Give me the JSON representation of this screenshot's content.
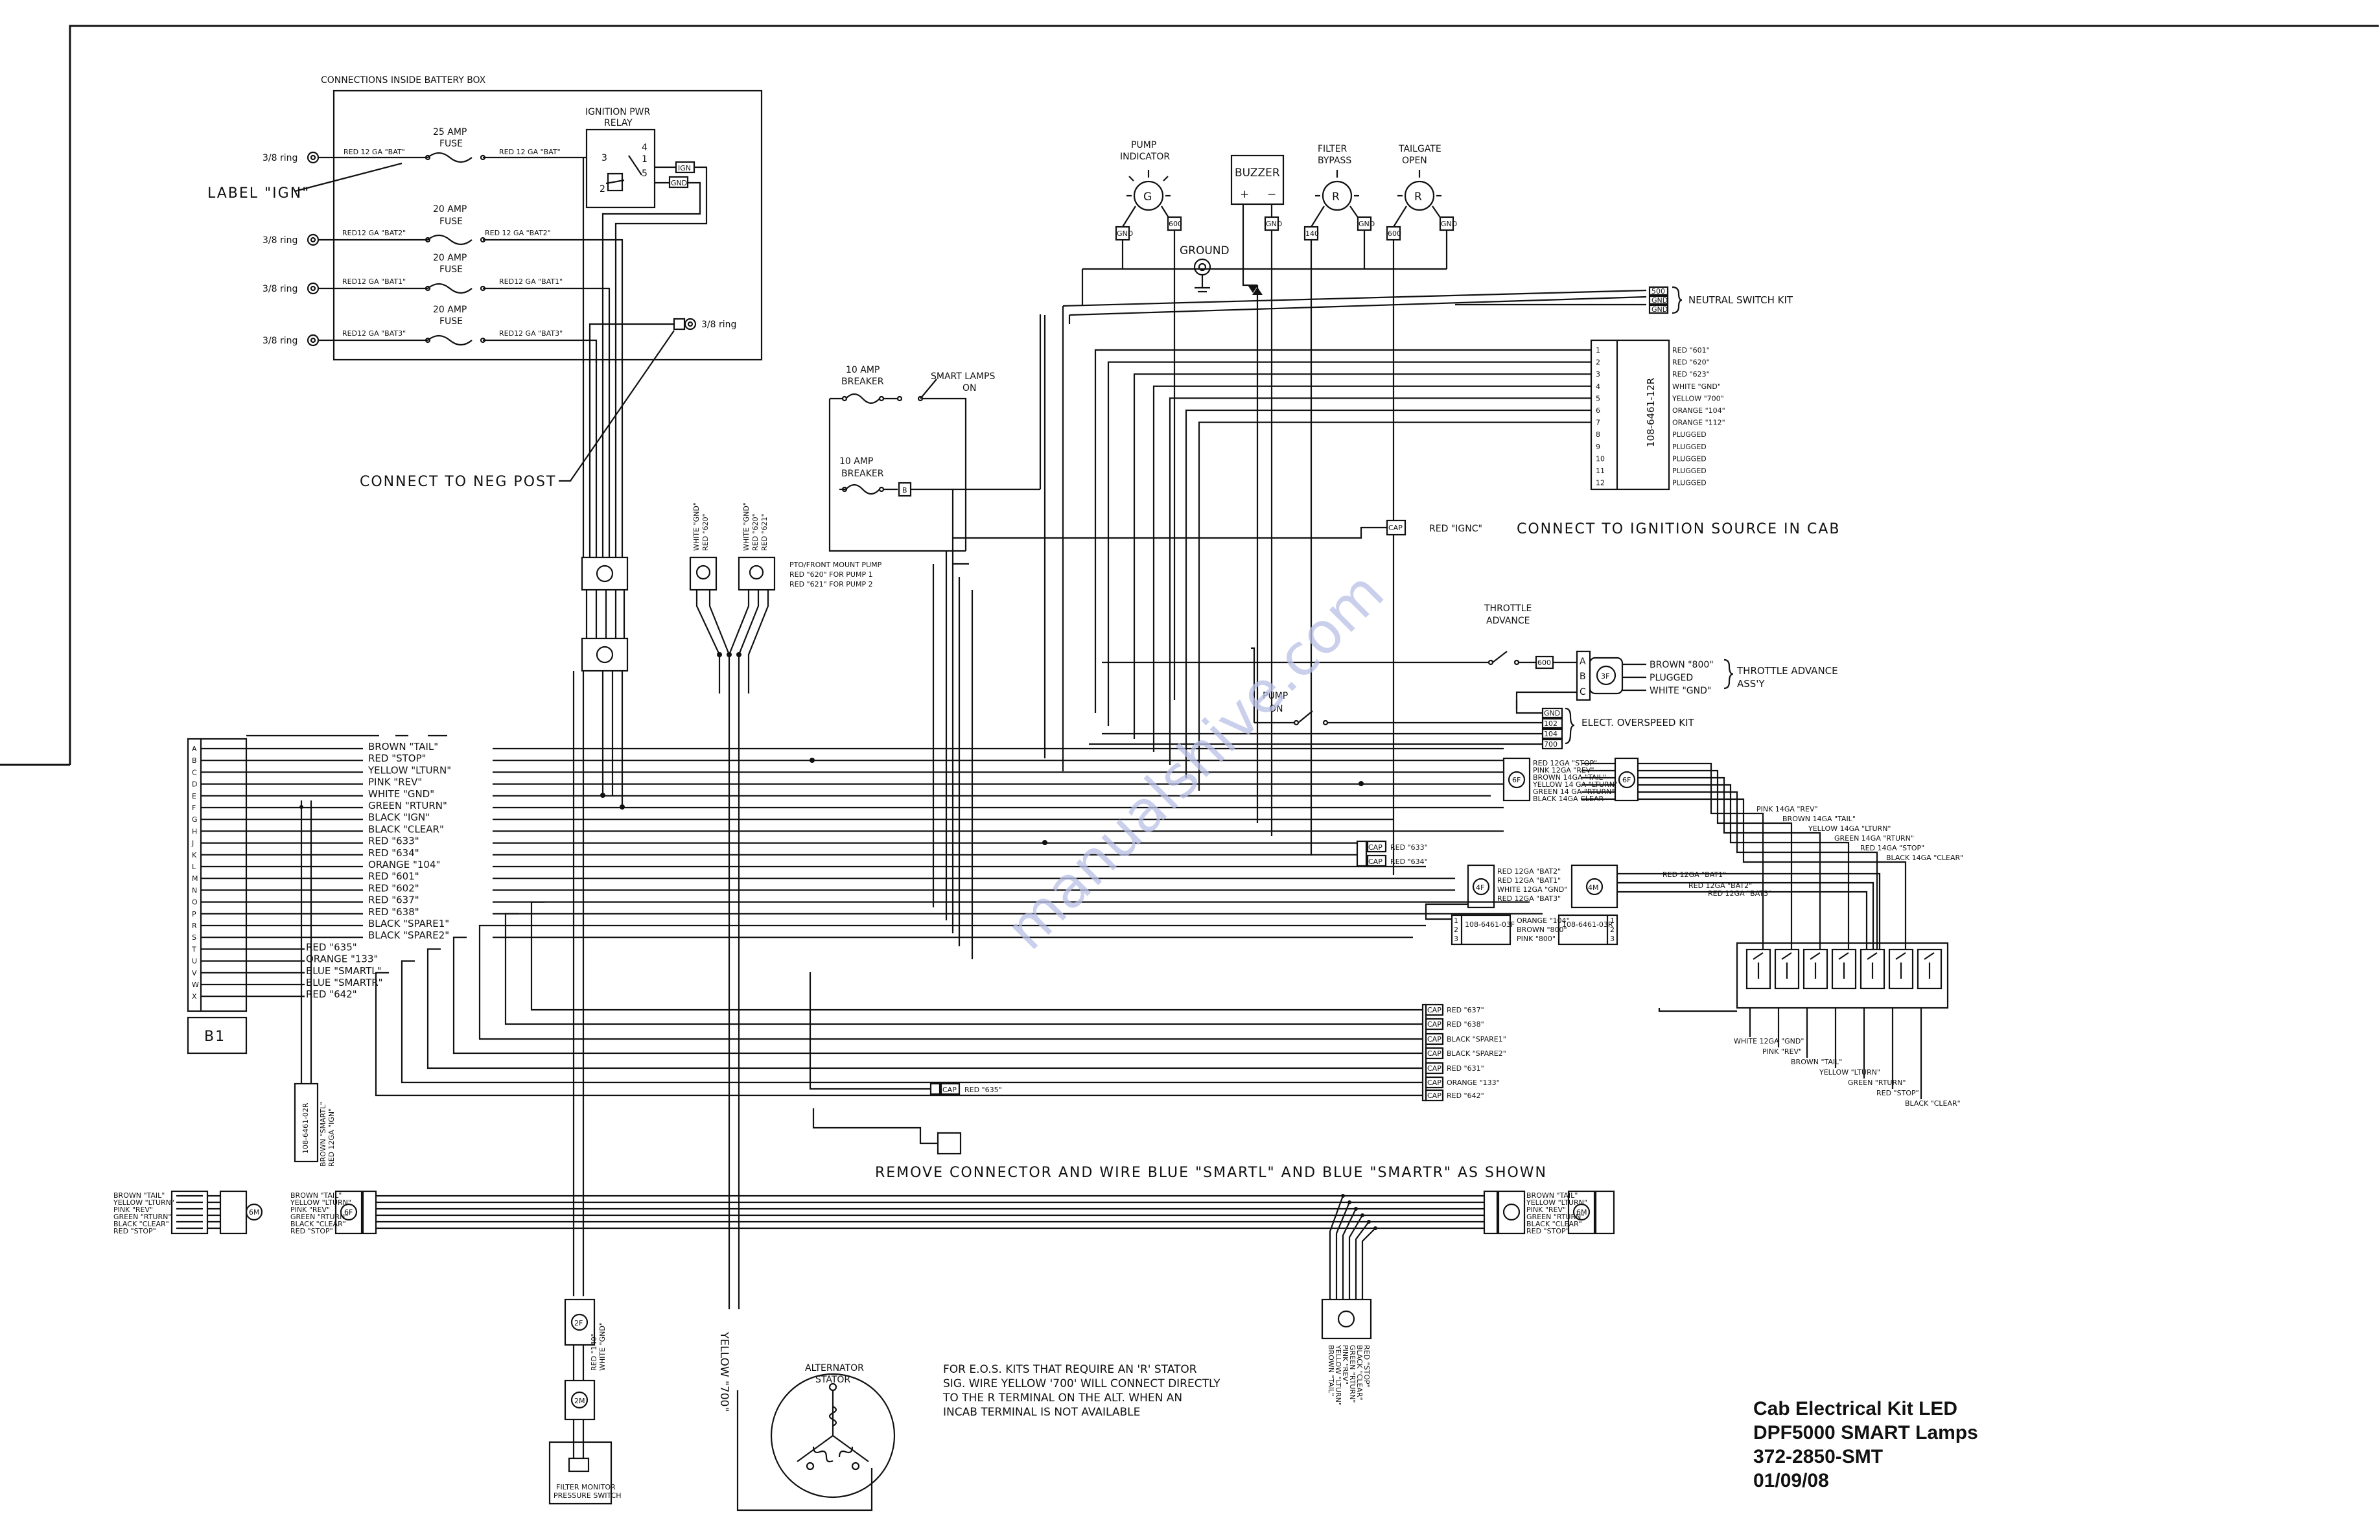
{
  "battery_box": {
    "title": "CONNECTIONS INSIDE BATTERY BOX",
    "relay_label": [
      "IGNITION PWR",
      "RELAY"
    ],
    "relay_pins": [
      "3",
      "4",
      "1",
      "2",
      "5"
    ],
    "fuses": [
      {
        "rating": [
          "25 AMP",
          "FUSE"
        ],
        "ring": "3/8 ring",
        "in_wire": "RED 12 GA \"BAT\"",
        "out_wire": "RED 12 GA \"BAT\""
      },
      {
        "rating": [
          "20 AMP",
          "FUSE"
        ],
        "ring": "3/8 ring",
        "in_wire": "RED12 GA \"BAT2\"",
        "out_wire": "RED 12 GA \"BAT2\""
      },
      {
        "rating": [
          "20 AMP",
          "FUSE"
        ],
        "ring": "3/8 ring",
        "in_wire": "RED12 GA \"BAT1\"",
        "out_wire": "RED12 GA \"BAT1\""
      },
      {
        "rating": [
          "20 AMP",
          "FUSE"
        ],
        "ring": "3/8 ring",
        "in_wire": "RED12 GA \"BAT3\"",
        "out_wire": "RED12 GA \"BAT3\""
      }
    ],
    "relay_tags": [
      "IGN",
      "GND"
    ],
    "neg_ring": "3/8 ring",
    "label_ign": "LABEL \"IGN\"",
    "connect_neg": "CONNECT TO NEG POST"
  },
  "indicators": {
    "pump_indicator": {
      "label": [
        "PUMP",
        "INDICATOR"
      ],
      "letter": "G",
      "tags": [
        "GND",
        "600"
      ]
    },
    "buzzer": {
      "label": "BUZZER",
      "tags": [
        "GND"
      ]
    },
    "filter_bypass": {
      "label": [
        "FILTER",
        "BYPASS"
      ],
      "letter": "R",
      "tags": [
        "140",
        "GND"
      ]
    },
    "tailgate_open": {
      "label": [
        "TAILGATE",
        "OPEN"
      ],
      "letter": "R",
      "tags": [
        "600",
        "GND"
      ]
    },
    "ground": "GROUND"
  },
  "neutral_kit": {
    "label": "NEUTRAL SWITCH KIT",
    "tags": [
      "500",
      "GND",
      "GND"
    ]
  },
  "connector_12": {
    "part": "108-6461-12R",
    "pins": [
      "1",
      "2",
      "3",
      "4",
      "5",
      "6",
      "7",
      "8",
      "9",
      "10",
      "11",
      "12"
    ],
    "wires": [
      "RED \"601\"",
      "RED \"620\"",
      "RED \"623\"",
      "WHITE \"GND\"",
      "YELLOW \"700\"",
      "ORANGE \"104\"",
      "ORANGE \"112\"",
      "PLUGGED",
      "PLUGGED",
      "PLUGGED",
      "PLUGGED",
      "PLUGGED"
    ]
  },
  "breakers": [
    {
      "label": [
        "10 AMP",
        "BREAKER"
      ],
      "switch": [
        "SMART LAMPS",
        "ON"
      ]
    },
    {
      "label": [
        "10 AMP",
        "BREAKER"
      ],
      "tag": "B"
    }
  ],
  "ignition_source": {
    "cap": "CAP",
    "wire": "RED \"IGNC\"",
    "note": "CONNECT TO IGNITION SOURCE IN CAB"
  },
  "pump_connectors": {
    "left_wires": [
      "WHITE \"GND\"",
      "RED \"620\""
    ],
    "right_wires": [
      "WHITE \"GND\"",
      "RED \"620\"",
      "RED \"621\""
    ],
    "note": [
      "PTO/FRONT MOUNT PUMP",
      "RED \"620\" FOR PUMP 1",
      "RED \"621\" FOR PUMP 2"
    ]
  },
  "throttle": {
    "switch": [
      "THROTTLE",
      "ADVANCE"
    ],
    "tag": "600",
    "conn_pins": [
      "A",
      "B",
      "C"
    ],
    "conn_label": "3F",
    "wires": [
      "BROWN \"800\"",
      "PLUGGED",
      "WHITE \"GND\""
    ],
    "assy": [
      "THROTTLE ADVANCE",
      "ASS'Y"
    ]
  },
  "pump_on": {
    "label": [
      "PUMP",
      "ON"
    ]
  },
  "overspeed": {
    "label": "ELECT. OVERSPEED KIT",
    "tags": [
      "GND",
      "102",
      "104",
      "700"
    ]
  },
  "b1": {
    "label": "B1",
    "letters": [
      "A",
      "B",
      "C",
      "D",
      "E",
      "F",
      "G",
      "H",
      "J",
      "K",
      "L",
      "M",
      "N",
      "O",
      "P",
      "R",
      "S",
      "T",
      "U",
      "V",
      "W",
      "X"
    ],
    "wires": [
      "BROWN \"TAIL\"",
      "RED \"STOP\"",
      "YELLOW \"LTURN\"",
      "PINK \"REV\"",
      "WHITE \"GND\"",
      "GREEN \"RTURN\"",
      "BLACK \"IGN\"",
      "BLACK \"CLEAR\"",
      "RED \"633\"",
      "RED \"634\"",
      "ORANGE \"104\"",
      "RED \"601\"",
      "RED \"602\"",
      "RED \"637\"",
      "RED \"638\"",
      "BLACK \"SPARE1\"",
      "BLACK \"SPARE2\"",
      "RED \"631\"",
      "ORANGE \"133\"",
      "BLUE \"SMARTL\"",
      "BLUE \"SMARTR\"",
      "RED \"642\""
    ],
    "lower_wires": [
      "RED \"635\"",
      "ORANGE \"133\"",
      "BLUE \"SMARTL\"",
      "BLUE \"SMARTR\"",
      "RED \"642\""
    ]
  },
  "cap_group_1": {
    "cap": "CAP",
    "wires": [
      "RED \"633\"",
      "RED \"634\""
    ]
  },
  "cap_group_2": {
    "cap": "CAP",
    "wires": [
      "RED \"637\"",
      "RED \"638\"",
      "BLACK \"SPARE1\"",
      "BLACK \"SPARE2\"",
      "RED \"631\"",
      "ORANGE \"133\"",
      "RED \"642\""
    ]
  },
  "cap_635": {
    "cap": "CAP",
    "wire": "RED \"635\""
  },
  "connector_4f": {
    "label": "4F",
    "wires": [
      "RED 12GA \"BAT2\"",
      "RED 12GA \"BAT1\"",
      "WHITE 12GA \"GND\"",
      "RED 12GA \"BAT3\""
    ]
  },
  "connector_4m": {
    "label": "4M",
    "wires": [
      "RED 12GA \"BAT1\"",
      "RED 12GA \"BAT2\"",
      "RED 12GA \"BAT3\""
    ]
  },
  "connector_6f": {
    "label": "6F",
    "wires": [
      "RED 12GA \"STOP\"",
      "PINK 12GA \"REV\"",
      "BROWN 14GA \"TAIL\"",
      "YELLOW 14 GA \"LTURN\"",
      "GREEN 14 GA \"RTURN\"",
      "BLACK 14GA CLEAR"
    ]
  },
  "connector_3": {
    "part": "108-6461-03F",
    "pins": [
      "1",
      "2",
      "3"
    ],
    "wires": [
      "ORANGE \"104\"",
      "BROWN \"800\"",
      "PINK \"800\""
    ],
    "part2": "108-6461-03R"
  },
  "switch_panel": {
    "wires_top": [
      "PINK 14GA \"REV\"",
      "BROWN 14GA \"TAIL\"",
      "YELLOW 14GA \"LTURN\"",
      "GREEN 14GA \"RTURN\"",
      "RED 14GA \"STOP\"",
      "BLACK 14GA \"CLEAR\""
    ],
    "wires_mid": [
      "RED 12GA \"BAT1\"",
      "RED 12GA \"BAT2\"",
      "RED 12GA \"BAT3\""
    ],
    "wires_bottom": [
      "WHITE 12GA \"GND\"",
      "PINK \"REV\"",
      "BROWN \"TAIL\"",
      "YELLOW \"LTURN\"",
      "GREEN \"RTURN\"",
      "RED \"STOP\"",
      "BLACK \"CLEAR\""
    ]
  },
  "harness_vertical": {
    "wires": [
      "BROWN \"SMARTL\"",
      "RED 12GA \"IGN\""
    ],
    "part": "108-6461-02R"
  },
  "remove_note": "REMOVE CONNECTOR AND WIRE BLUE \"SMARTL\" AND BLUE \"SMARTR\" AS SHOWN",
  "lamp_left": {
    "label": "6M",
    "wires": [
      "BROWN \"TAIL\"",
      "YELLOW \"LTURN\"",
      "PINK \"REV\"",
      "GREEN \"RTURN\"",
      "BLACK \"CLEAR\"",
      "RED \"STOP\""
    ]
  },
  "lamp_left2": {
    "label": "6F",
    "wires": [
      "BROWN \"TAIL\"",
      "YELLOW \"LTURN\"",
      "PINK \"REV\"",
      "GREEN \"RTURN\"",
      "BLACK \"CLEAR\"",
      "RED \"STOP\""
    ]
  },
  "lamp_right": {
    "label": "6M",
    "wires": [
      "BROWN \"TAIL\"",
      "YELLOW \"LTURN\"",
      "PINK \"REV\"",
      "GREEN \"RTURN\"",
      "BLACK \"CLEAR\"",
      "RED \"STOP\""
    ]
  },
  "lamp_bottom": {
    "wires": [
      "BROWN \"TAIL\"",
      "YELLOW \"LTURN\"",
      "PINK \"REV\"",
      "GREEN \"RTURN\"",
      "BLACK \"CLEAR\"",
      "RED \"STOP\""
    ]
  },
  "filter_monitor": {
    "label": [
      "FILTER MONITOR",
      "PRESSURE SWITCH"
    ],
    "conn": [
      "2F",
      "2M"
    ],
    "wires": [
      "RED \"140\"",
      "WHITE \"GND\""
    ]
  },
  "yellow_700": "YELLOW \"700\"",
  "alternator": {
    "label": [
      "ALTERNATOR",
      "STATOR"
    ]
  },
  "eos_note": [
    "FOR E.O.S. KITS THAT REQUIRE AN 'R' STATOR",
    "SIG. WIRE YELLOW '700' WILL CONNECT DIRECTLY",
    "TO THE R TERMINAL ON THE ALT. WHEN AN",
    "INCAB TERMINAL IS NOT AVAILABLE"
  ],
  "watermark": "manualshive.com",
  "title_block": [
    "Cab Electrical Kit LED",
    "DPF5000 SMART Lamps",
    "372-2850-SMT",
    "01/09/08"
  ]
}
